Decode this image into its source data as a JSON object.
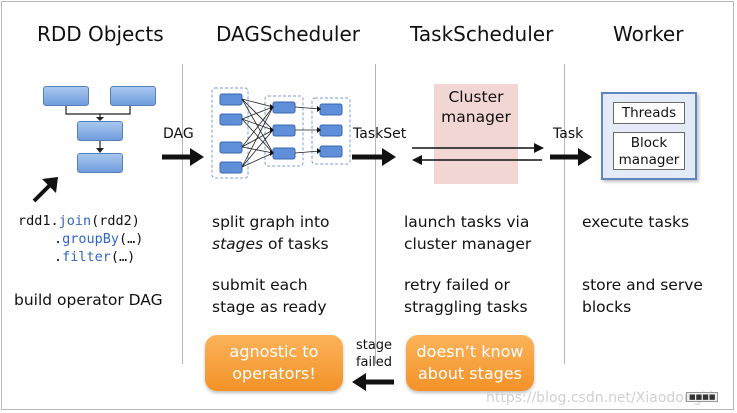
{
  "columns": {
    "rdd": {
      "title": "RDD Objects",
      "code": {
        "line1_var": "rdd1.",
        "line1_kw": "join",
        "line1_rest": "(rdd2)",
        "line2_kw": "groupBy",
        "line2_rest": "(…)",
        "line3_kw": "filter",
        "line3_rest": "(…)",
        "dot": "."
      },
      "caption": "build operator DAG"
    },
    "dag": {
      "title": "DAGScheduler",
      "line1": "split graph into",
      "line2_em": "stages",
      "line2_rest": " of tasks",
      "line3": "submit each",
      "line4": "stage as ready",
      "badge_line1": "agnostic to",
      "badge_line2": "operators!"
    },
    "task": {
      "title": "TaskScheduler",
      "cluster_line1": "Cluster",
      "cluster_line2": "manager",
      "line1": "launch tasks via",
      "line2": "cluster manager",
      "line3": "retry failed or",
      "line4": "straggling tasks",
      "badge_line1": "doesn’t know",
      "badge_line2": "about stages"
    },
    "worker": {
      "title": "Worker",
      "threads": "Threads",
      "block_line1": "Block",
      "block_line2": "manager",
      "line1": "execute tasks",
      "line2": "store and serve",
      "line3": "blocks"
    }
  },
  "arrows": {
    "dag": "DAG",
    "taskset": "TaskSet",
    "task": "Task",
    "stage_failed_line1": "stage",
    "stage_failed_line2": "failed"
  },
  "watermark": "https://blog.csdn.net/XiaodongLi",
  "corner_mark": "■■■■",
  "colors": {
    "orange": "#f39228",
    "cluster_bg": "#f2d6d4",
    "worker_border": "#5e87c2",
    "box_blue": "#6f9ddc",
    "code_keyword": "#3465c4"
  }
}
